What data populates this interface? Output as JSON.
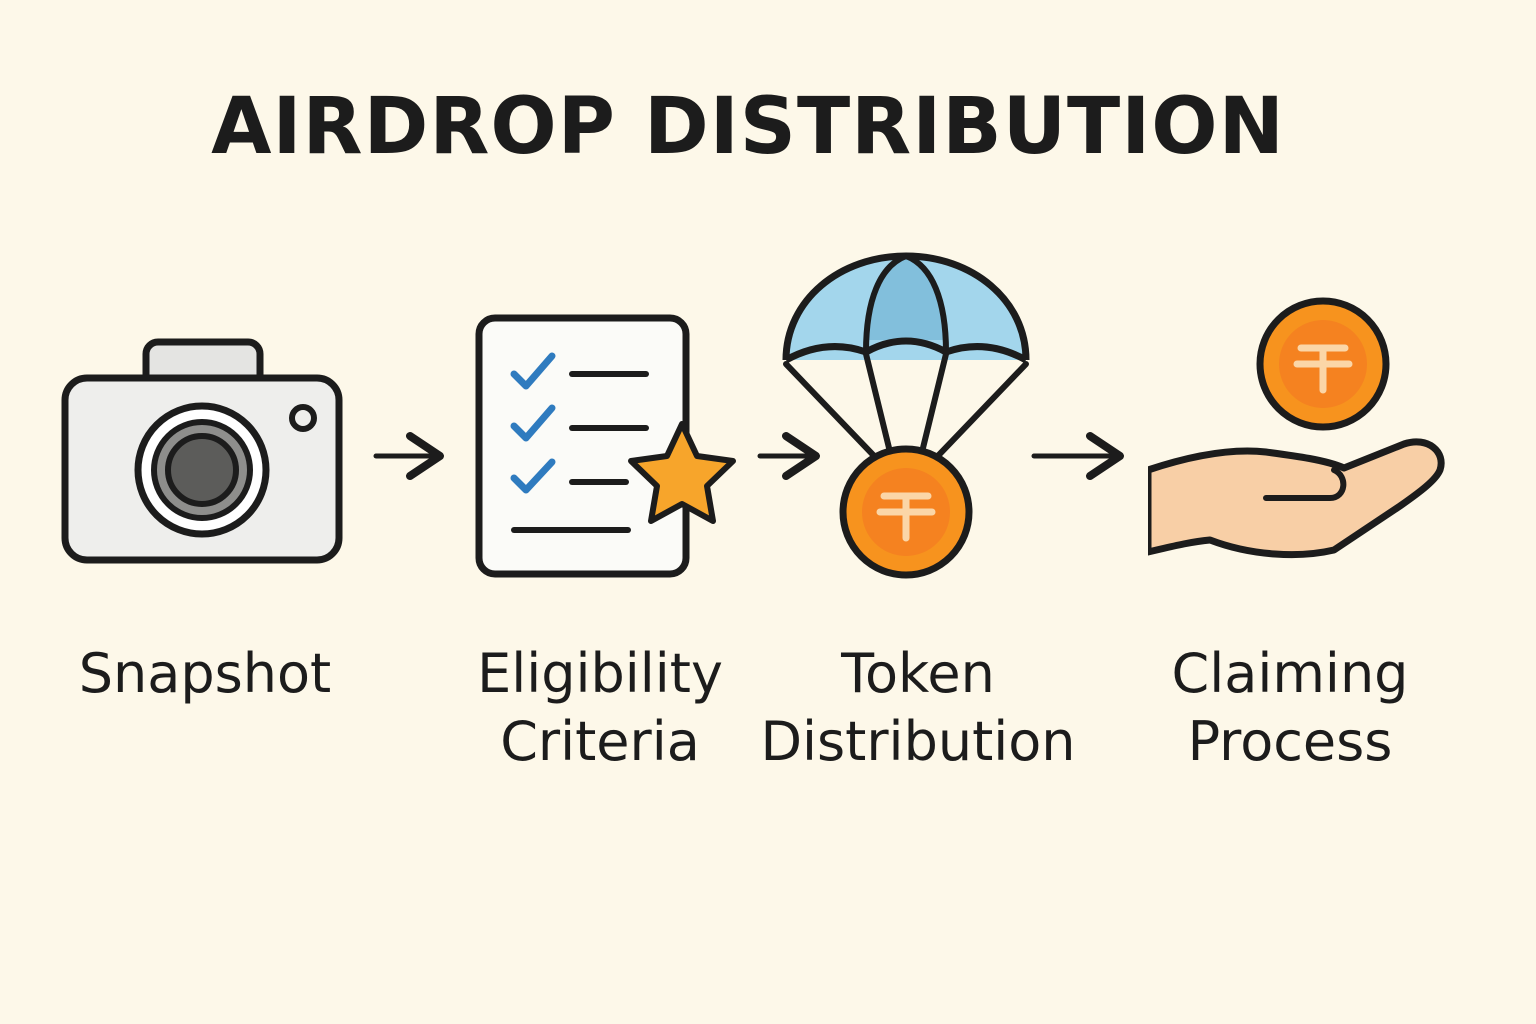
{
  "title": "AIRDROP DISTRIBUTION",
  "steps": [
    {
      "line1": "Snapshot",
      "line2": "",
      "icon": "camera-icon"
    },
    {
      "line1": "Eligibility",
      "line2": "Criteria",
      "icon": "checklist-star-icon"
    },
    {
      "line1": "Token",
      "line2": "Distribution",
      "icon": "parachute-token-icon"
    },
    {
      "line1": "Claiming",
      "line2": "Process",
      "icon": "hand-token-icon"
    }
  ],
  "colors": {
    "background": "#fdf8e9",
    "outline": "#1c1c1c",
    "token_orange": "#f7931e",
    "token_inner": "#f58220",
    "check_blue": "#2f7bbf",
    "star_orange": "#f7a52b",
    "parachute_blue": "#9dd3ea",
    "hand_skin": "#f8cfa6"
  }
}
